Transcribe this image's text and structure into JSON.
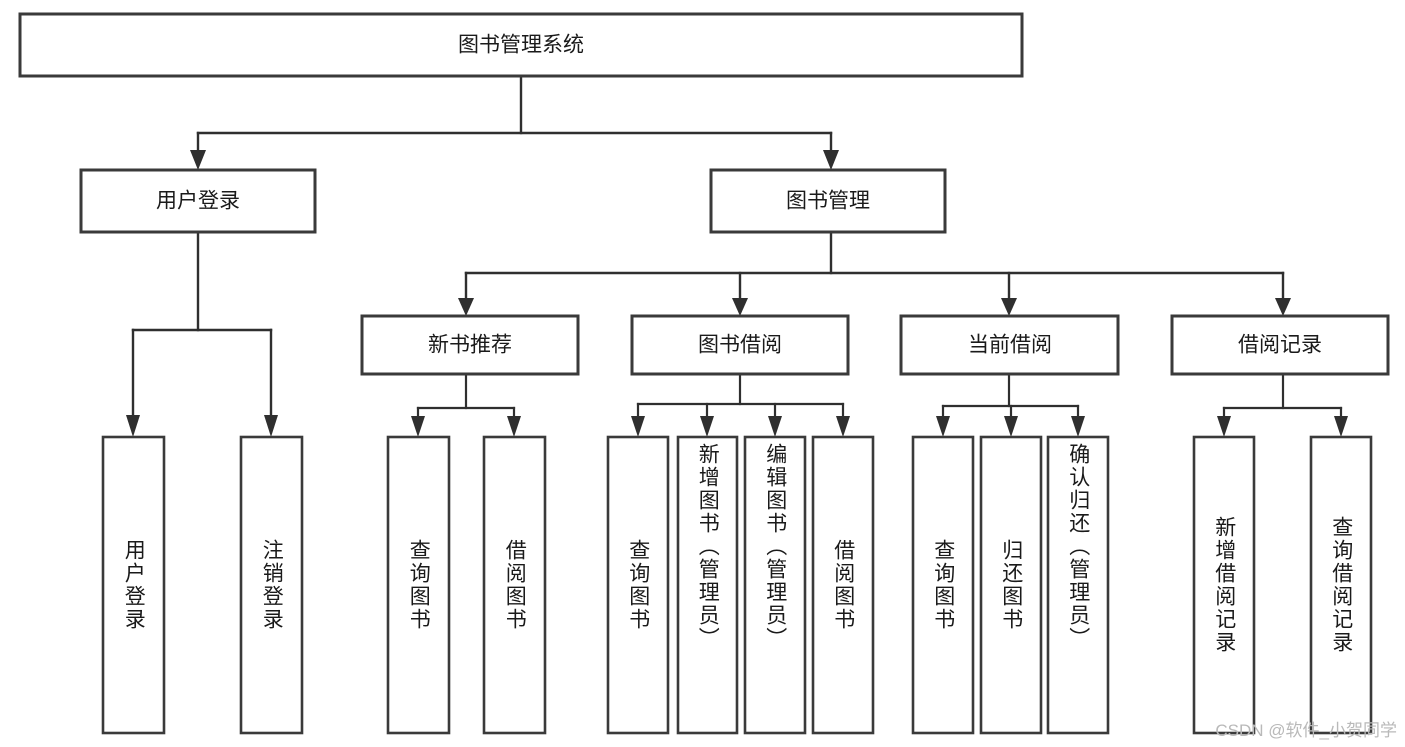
{
  "diagram": {
    "type": "tree-hierarchy",
    "title": "图书管理系统",
    "root": {
      "id": "root",
      "label": "图书管理系统",
      "orientation": "horizontal"
    },
    "level2": [
      {
        "id": "user-login",
        "label": "用户登录",
        "orientation": "horizontal"
      },
      {
        "id": "book-manage",
        "label": "图书管理",
        "orientation": "horizontal"
      }
    ],
    "level3": [
      {
        "id": "new-book-recommend",
        "label": "新书推荐",
        "orientation": "horizontal",
        "parent": "book-manage"
      },
      {
        "id": "book-borrow",
        "label": "图书借阅",
        "orientation": "horizontal",
        "parent": "book-manage"
      },
      {
        "id": "current-borrow",
        "label": "当前借阅",
        "orientation": "horizontal",
        "parent": "book-manage"
      },
      {
        "id": "borrow-record",
        "label": "借阅记录",
        "orientation": "horizontal",
        "parent": "book-manage"
      }
    ],
    "leaves": [
      {
        "id": "leaf-user-login",
        "label": "用户登录",
        "parent": "user-login",
        "orientation": "vertical"
      },
      {
        "id": "leaf-user-logout",
        "label": "注销登录",
        "parent": "user-login",
        "orientation": "vertical"
      },
      {
        "id": "leaf-query-book-rec",
        "label": "查询图书",
        "parent": "new-book-recommend",
        "orientation": "vertical"
      },
      {
        "id": "leaf-borrow-book-rec",
        "label": "借阅图书",
        "parent": "new-book-recommend",
        "orientation": "vertical"
      },
      {
        "id": "leaf-query-book-borrow",
        "label": "查询图书",
        "parent": "book-borrow",
        "orientation": "vertical"
      },
      {
        "id": "leaf-add-book-admin",
        "label": "新增图书（管理员）",
        "parent": "book-borrow",
        "orientation": "vertical"
      },
      {
        "id": "leaf-edit-book-admin",
        "label": "编辑图书（管理员）",
        "parent": "book-borrow",
        "orientation": "vertical"
      },
      {
        "id": "leaf-borrow-book",
        "label": "借阅图书",
        "parent": "book-borrow",
        "orientation": "vertical"
      },
      {
        "id": "leaf-query-book-cur",
        "label": "查询图书",
        "parent": "current-borrow",
        "orientation": "vertical"
      },
      {
        "id": "leaf-return-book",
        "label": "归还图书",
        "parent": "current-borrow",
        "orientation": "vertical"
      },
      {
        "id": "leaf-confirm-return-admin",
        "label": "确认归还（管理员）",
        "parent": "current-borrow",
        "orientation": "vertical"
      },
      {
        "id": "leaf-add-borrow-record",
        "label": "新增借阅记录",
        "parent": "borrow-record",
        "orientation": "vertical"
      },
      {
        "id": "leaf-query-borrow-record",
        "label": "查询借阅记录",
        "parent": "borrow-record",
        "orientation": "vertical"
      }
    ],
    "colors": {
      "box_fill": "#ffffff",
      "box_stroke": "#3a3a3a",
      "connector": "#2f2f2f",
      "text": "#1a1a1a",
      "background": "#ffffff",
      "watermark": "#b9b9b9"
    }
  },
  "watermark": {
    "text": "CSDN @软件_小贺同学"
  }
}
